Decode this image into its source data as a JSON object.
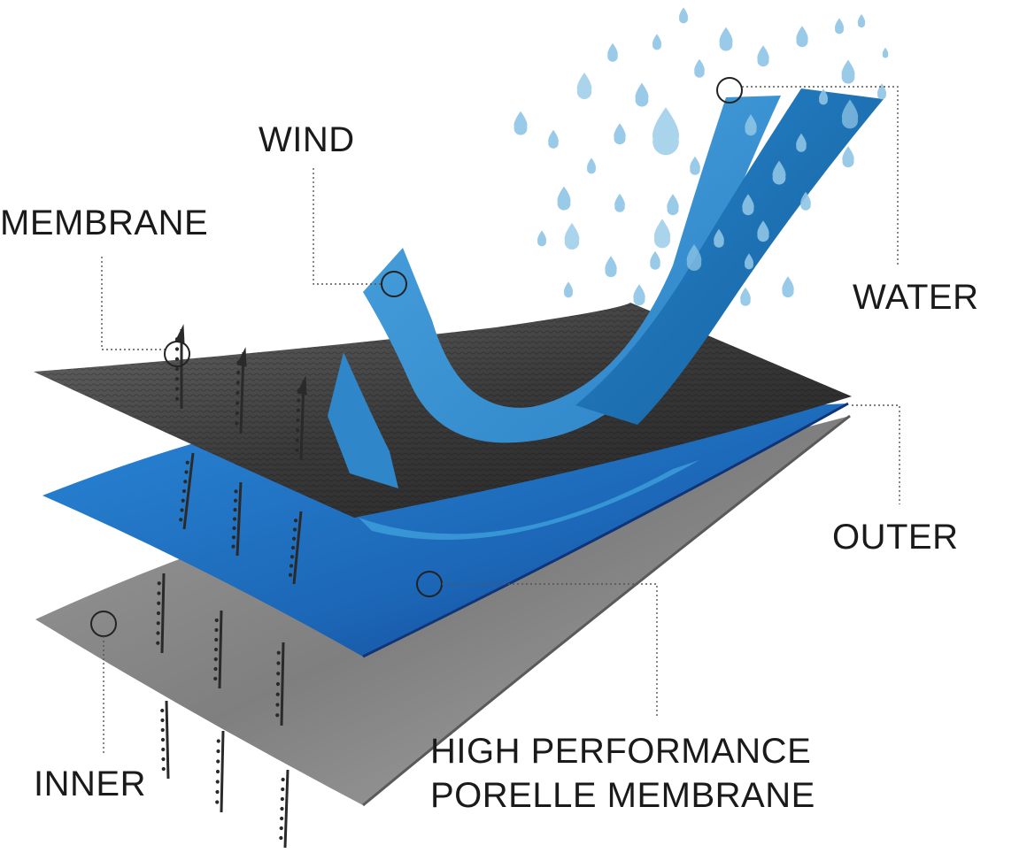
{
  "labels": {
    "wind": "WIND",
    "membrane": "MEMBRANE",
    "water": "WATER",
    "outer": "OUTER",
    "inner": "INNER",
    "hpm_line1": "HIGH PERFORMANCE",
    "hpm_line2": "PORELLE MEMBRANE"
  },
  "colors": {
    "outer_layer": "#3a3a3a",
    "membrane_layer": "#1f6fc0",
    "inner_layer": "#8f8f8f",
    "wind_stream": "#3a93d3",
    "water_stream": "#1e78bd",
    "droplets": "#8ec4e6",
    "leader_line": "#555555"
  },
  "icons": {
    "droplet": "water-drop-icon",
    "vapor_arrow": "up-arrow-icon",
    "marker": "callout-circle-icon"
  }
}
